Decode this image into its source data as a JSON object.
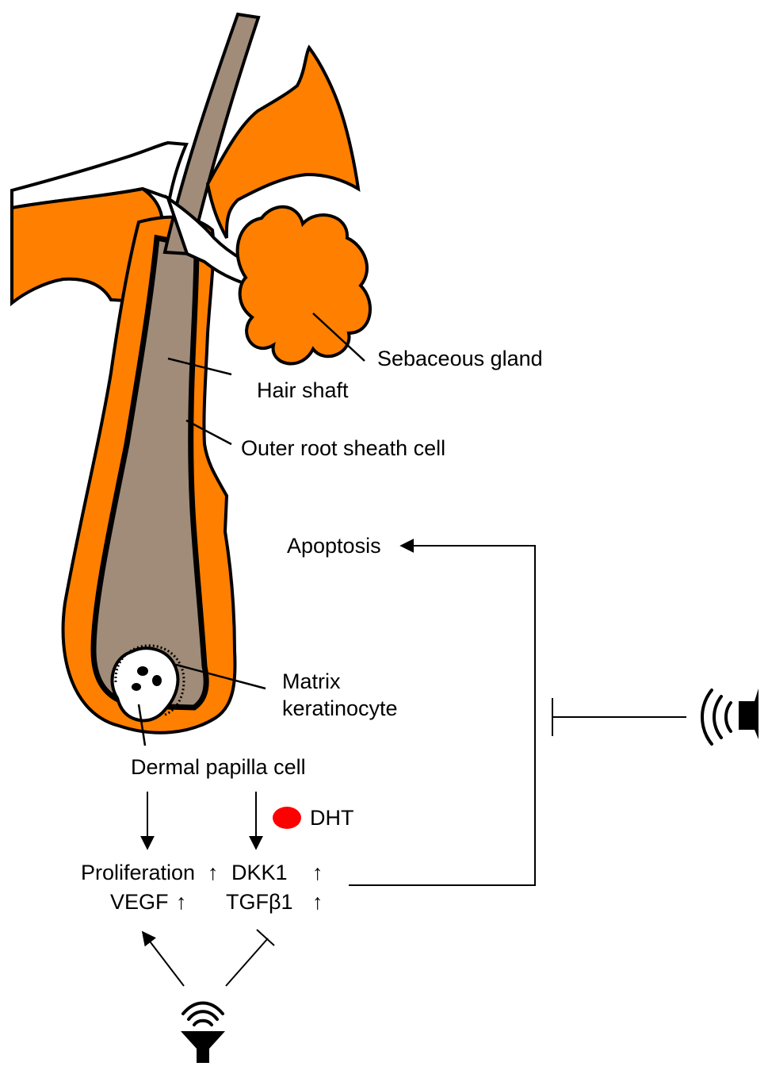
{
  "colors": {
    "tissue": "#ff7f00",
    "shaft": "#a08c79",
    "outline": "#000000",
    "dht": "#ff0000",
    "papilla": "#ffffff"
  },
  "labels": {
    "sebaceous_gland": "Sebaceous gland",
    "hair_shaft": "Hair shaft",
    "outer_root_sheath": "Outer root sheath cell",
    "apoptosis": "Apoptosis",
    "matrix_line1": "Matrix",
    "matrix_line2": "keratinocyte",
    "dermal_papilla": "Dermal papilla cell",
    "dht": "DHT",
    "proliferation": "Proliferation",
    "vegf": "VEGF",
    "dkk1": "DKK1",
    "tgfb1": "TGFβ1",
    "up_arrow": "↑"
  },
  "icons": {
    "right_source": "speaker-icon",
    "bottom_source": "sound-emitter-icon"
  }
}
